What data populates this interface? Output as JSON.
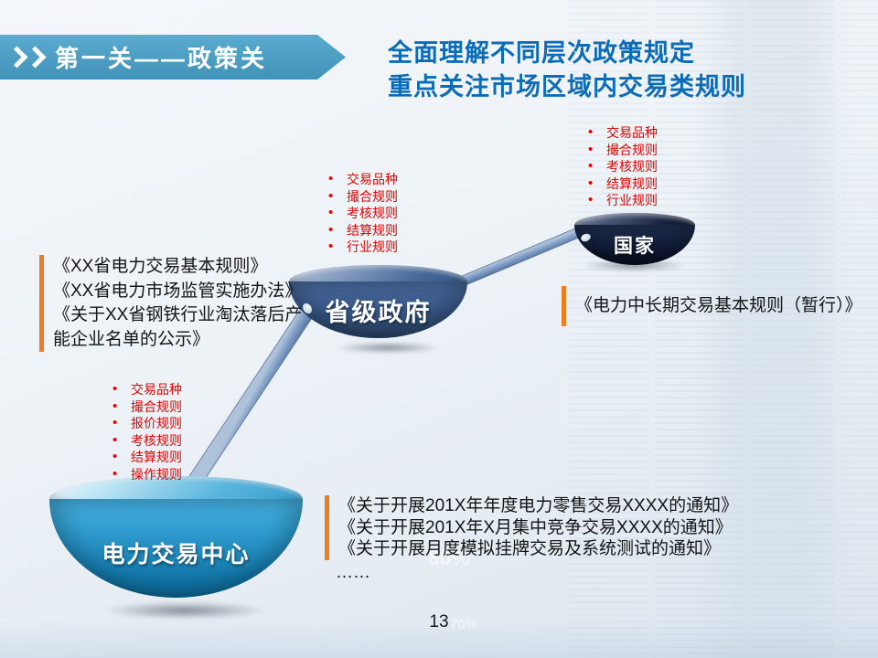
{
  "banner": {
    "label": "第一关——政策关"
  },
  "title": {
    "line1": "全面理解不同层次政策规定",
    "line2": "重点关注市场区域内交易类规则"
  },
  "levels": [
    {
      "name": "国家",
      "bullets": [
        "交易品种",
        "撮合规则",
        "考核规则",
        "结算规则",
        "行业规则"
      ]
    },
    {
      "name": "省级政府",
      "bullets": [
        "交易品种",
        "撮合规则",
        "考核规则",
        "结算规则",
        "行业规则"
      ]
    },
    {
      "name": "电力交易中心",
      "bullets": [
        "交易品种",
        "撮合规则",
        "报价规则",
        "考核规则",
        "结算规则",
        "操作规则"
      ]
    }
  ],
  "documents": {
    "national": {
      "items": [
        "《电力中长期交易基本规则（暂行）》"
      ]
    },
    "provincial": {
      "items": [
        "《XX省电力交易基本规则》",
        "《XX省电力市场监管实施办法》",
        "《关于XX省钢铁行业淘汰落后产能企业名单的公示》"
      ]
    },
    "trading_center": {
      "items": [
        "《关于开展201X年年度电力零售交易XXXX的通知》",
        "《关于开展201X年X月集中竞争交易XXXX的通知》",
        "《关于开展月度模拟挂牌交易及系统测试的通知》"
      ],
      "more": "……"
    }
  },
  "page_number": "13",
  "background": {
    "watermarks": [
      "80%",
      "70%"
    ]
  },
  "colors": {
    "banner_teal": "#4b9fc5",
    "title_blue": "#0d6cb8",
    "bullet_red": "#e00505",
    "accent_orange": "#ee7d1f",
    "national_bowl": "#131d38",
    "provincial_bowl": "#3a5a8a",
    "trading_center_bowl": "#2e9acd",
    "connector_blue": "#7e9bc4"
  }
}
